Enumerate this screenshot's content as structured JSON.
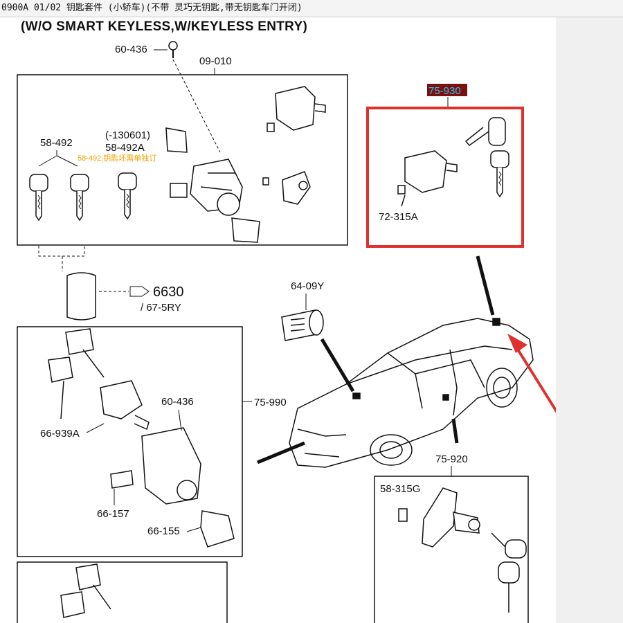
{
  "page": {
    "title_line": "0900A 01/02 钥匙套件 (小轿车)(不带 灵巧无钥匙,带无钥匙车门开闭)",
    "subtitle": "(W/O SMART KEYLESS,W/KEYLESS ENTRY)"
  },
  "labels": {
    "p60_436_top": "60-436",
    "p09_010": "09-010",
    "p58_492": "58-492",
    "p130601": "(-130601)",
    "p58_492A": "58-492A",
    "note_58_492": "58-492,钥匙坯需单独订",
    "p75_930": "75-930",
    "p72_315A": "72-315A",
    "p6630": "6630",
    "p67_5RY": "/ 67-5RY",
    "p64_09Y": "64-09Y",
    "p60_436_mid": "60-436",
    "p75_990": "75-990",
    "p66_939A": "66-939A",
    "p66_157": "66-157",
    "p66_155": "66-155",
    "p75_920": "75-920",
    "p58_315G": "58-315G"
  },
  "colors": {
    "highlight_box": "#e0302d",
    "highlight_label_bg": "#7a1010",
    "highlight_label_text": "#2ec4e8",
    "arrow": "#e0302d",
    "side_panel": "#f0f0f0"
  }
}
